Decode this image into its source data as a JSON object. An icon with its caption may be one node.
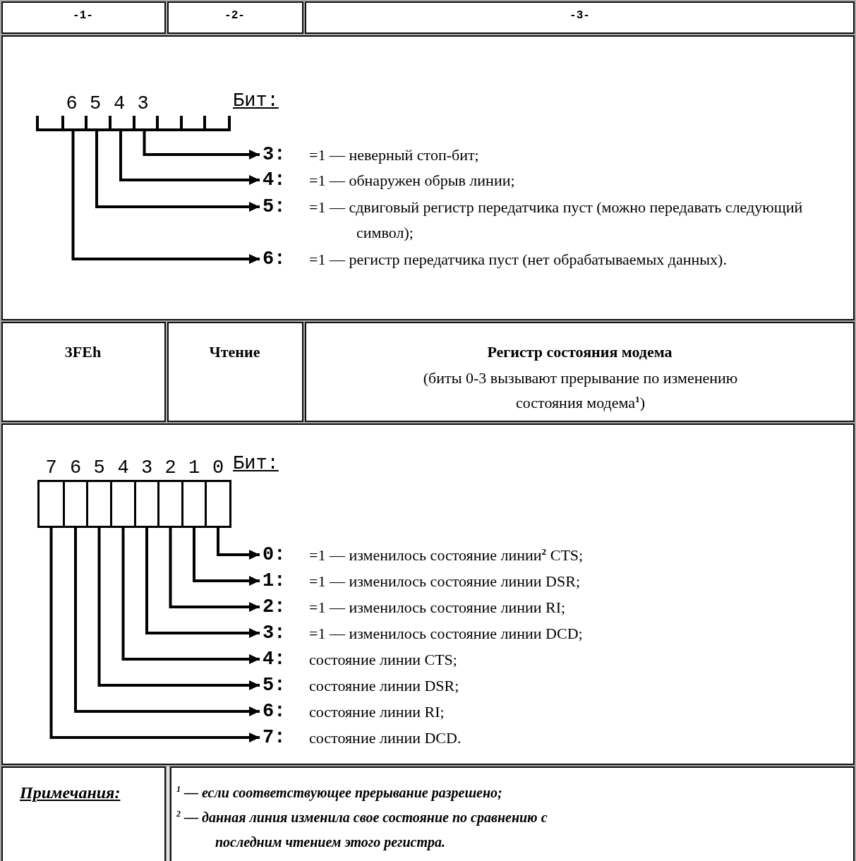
{
  "diagram": {
    "nodes": [
      {
        "text": [
          "6"
        ]
      },
      {
        "text": [
          "5"
        ]
      },
      {
        "text": [
          "4"
        ]
      },
      {
        "text": [
          "3"
        ]
      },
      {
        "text": [
          "3:"
        ],
        "beside": [
          "=1 — неверный стоп-бит;"
        ]
      },
      {
        "text": [
          "4:"
        ],
        "beside": [
          "=1 — обнаружен обрыв линии;"
        ]
      },
      {
        "text": [
          "5:"
        ],
        "beside": [
          "=1 — сдвиговый регистр передатчика пуст (можно передавать следующий символ);"
        ]
      },
      {
        "text": [
          "6:"
        ],
        "beside": [
          "=1 — регистр передатчика пуст (нет обрабатываемых данных)."
        ]
      },
      {
        "text": [
          "7"
        ]
      },
      {
        "text": [
          "6"
        ]
      },
      {
        "text": [
          "5"
        ]
      },
      {
        "text": [
          "4"
        ]
      },
      {
        "text": [
          "3"
        ]
      },
      {
        "text": [
          "2"
        ]
      },
      {
        "text": [
          "1"
        ]
      },
      {
        "text": [
          "0"
        ]
      },
      {
        "text": [
          "0:"
        ],
        "beside": [
          "=1 — изменилось состояние линии$^{2}$ CTS;"
        ]
      },
      {
        "text": [
          "1:"
        ],
        "beside": [
          "=1 — изменилось состояние линии DSR;"
        ]
      },
      {
        "text": [
          "2:"
        ],
        "beside": [
          "=1 — изменилось состояние линии RI;"
        ]
      },
      {
        "text": [
          "3:"
        ],
        "beside": [
          "=1 — изменилось состояние линии DCD;"
        ]
      },
      {
        "text": [
          "4:"
        ],
        "beside": [
          "состояние линии CTS;"
        ]
      },
      {
        "text": [
          "5:"
        ],
        "beside": [
          "состояние линии DSR;"
        ]
      },
      {
        "text": [
          "6:"
        ],
        "beside": [
          "состояние линии RI;"
        ]
      },
      {
        "text": [
          "7:"
        ],
        "beside": [
          "состояние линии DCD."
        ]
      }
    ],
    "edges": [
      {
        "from": 3,
        "to": 4,
        "arrow": "to"
      },
      {
        "from": 2,
        "to": 5,
        "arrow": "to"
      },
      {
        "from": 1,
        "to": 6,
        "arrow": "to"
      },
      {
        "from": 0,
        "to": 7,
        "arrow": "to"
      },
      {
        "from": 15,
        "to": 16,
        "arrow": "to"
      },
      {
        "from": 14,
        "to": 17,
        "arrow": "to"
      },
      {
        "from": 13,
        "to": 18,
        "arrow": "to"
      },
      {
        "from": 12,
        "to": 19,
        "arrow": "to"
      },
      {
        "from": 11,
        "to": 20,
        "arrow": "to"
      },
      {
        "from": 10,
        "to": 21,
        "arrow": "to"
      },
      {
        "from": 9,
        "to": 22,
        "arrow": "to"
      },
      {
        "from": 8,
        "to": 23,
        "arrow": "to"
      }
    ],
    "labels": [
      "-1-",
      "-2-",
      "-3-",
      "Бит:",
      "3FEh",
      "Чтение",
      "Регистр состояния модема",
      "(биты 0-3 вызывают прерывание по изменению состояния модема$^{1}$)",
      "Бит:",
      "Примечания:",
      "$^{1}$ — если соответствующее прерывание разрешено;",
      "$^{2}$ — данная линия изменила свое состояние по сравнению с последним чтением этого регистра."
    ]
  }
}
